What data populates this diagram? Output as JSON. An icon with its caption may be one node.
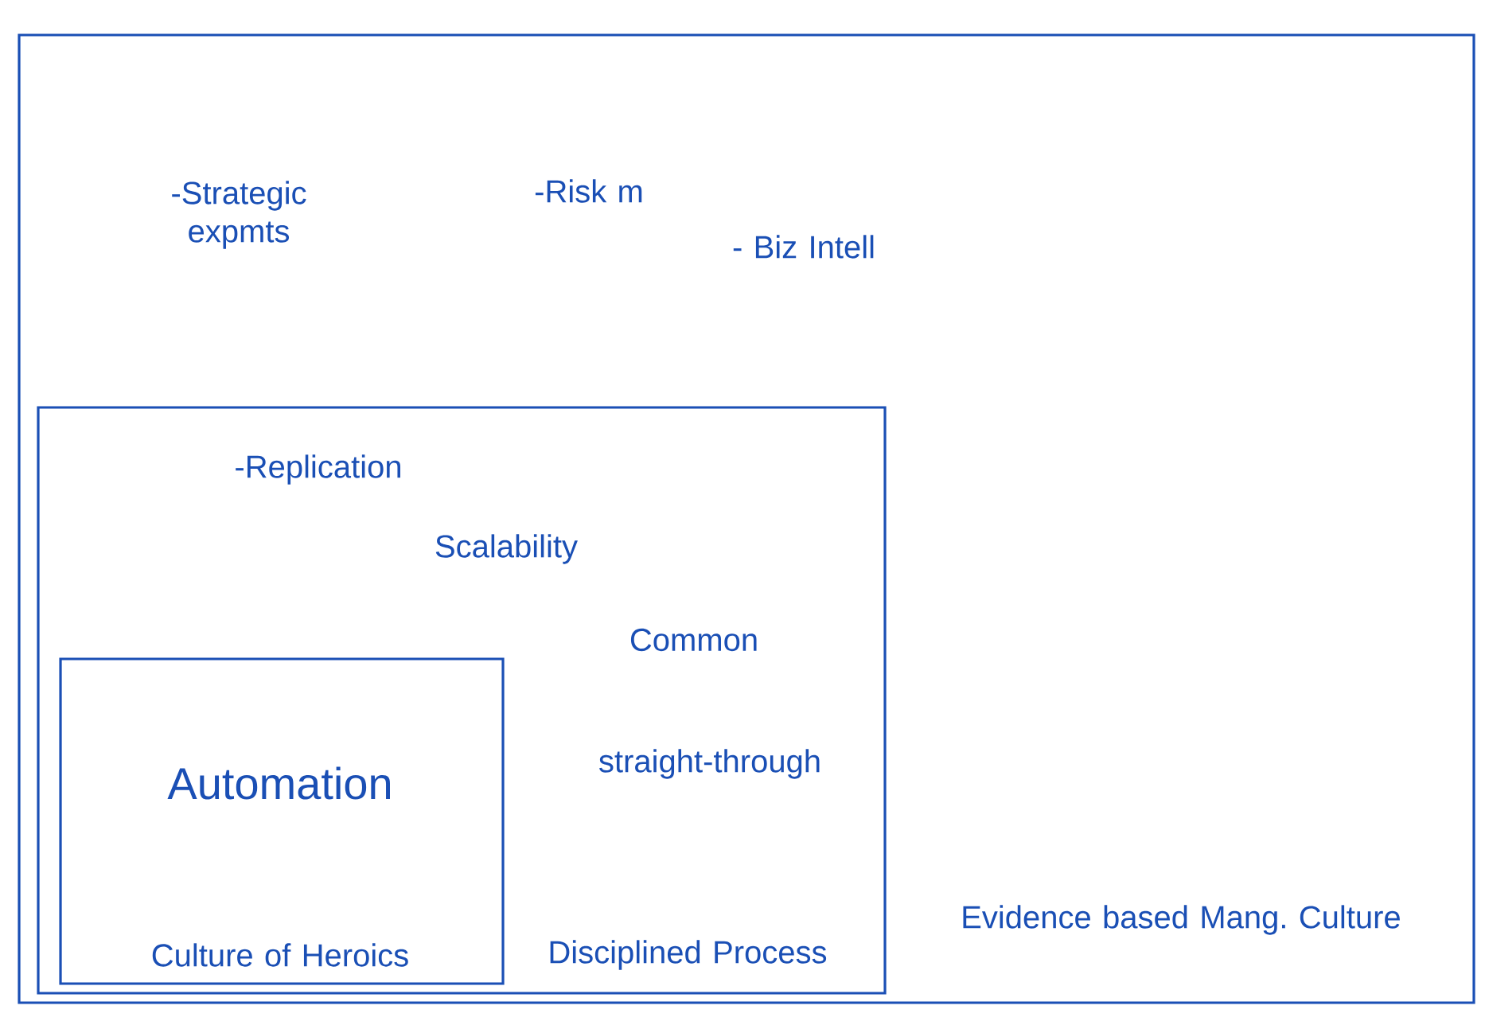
{
  "diagram": {
    "nodes": [
      {
        "text": [
          "-Strategic expmts",
          "-Risk m",
          "- Biz Intell",
          "Evidence based Mang. Culture"
        ]
      },
      {
        "text": [
          "-Replication",
          "Scalability",
          "Common",
          "straight-through",
          "Disciplined Process"
        ],
        "in": 0
      },
      {
        "text": [
          "Automation",
          "Culture of Heroics"
        ],
        "in": 1
      }
    ]
  }
}
